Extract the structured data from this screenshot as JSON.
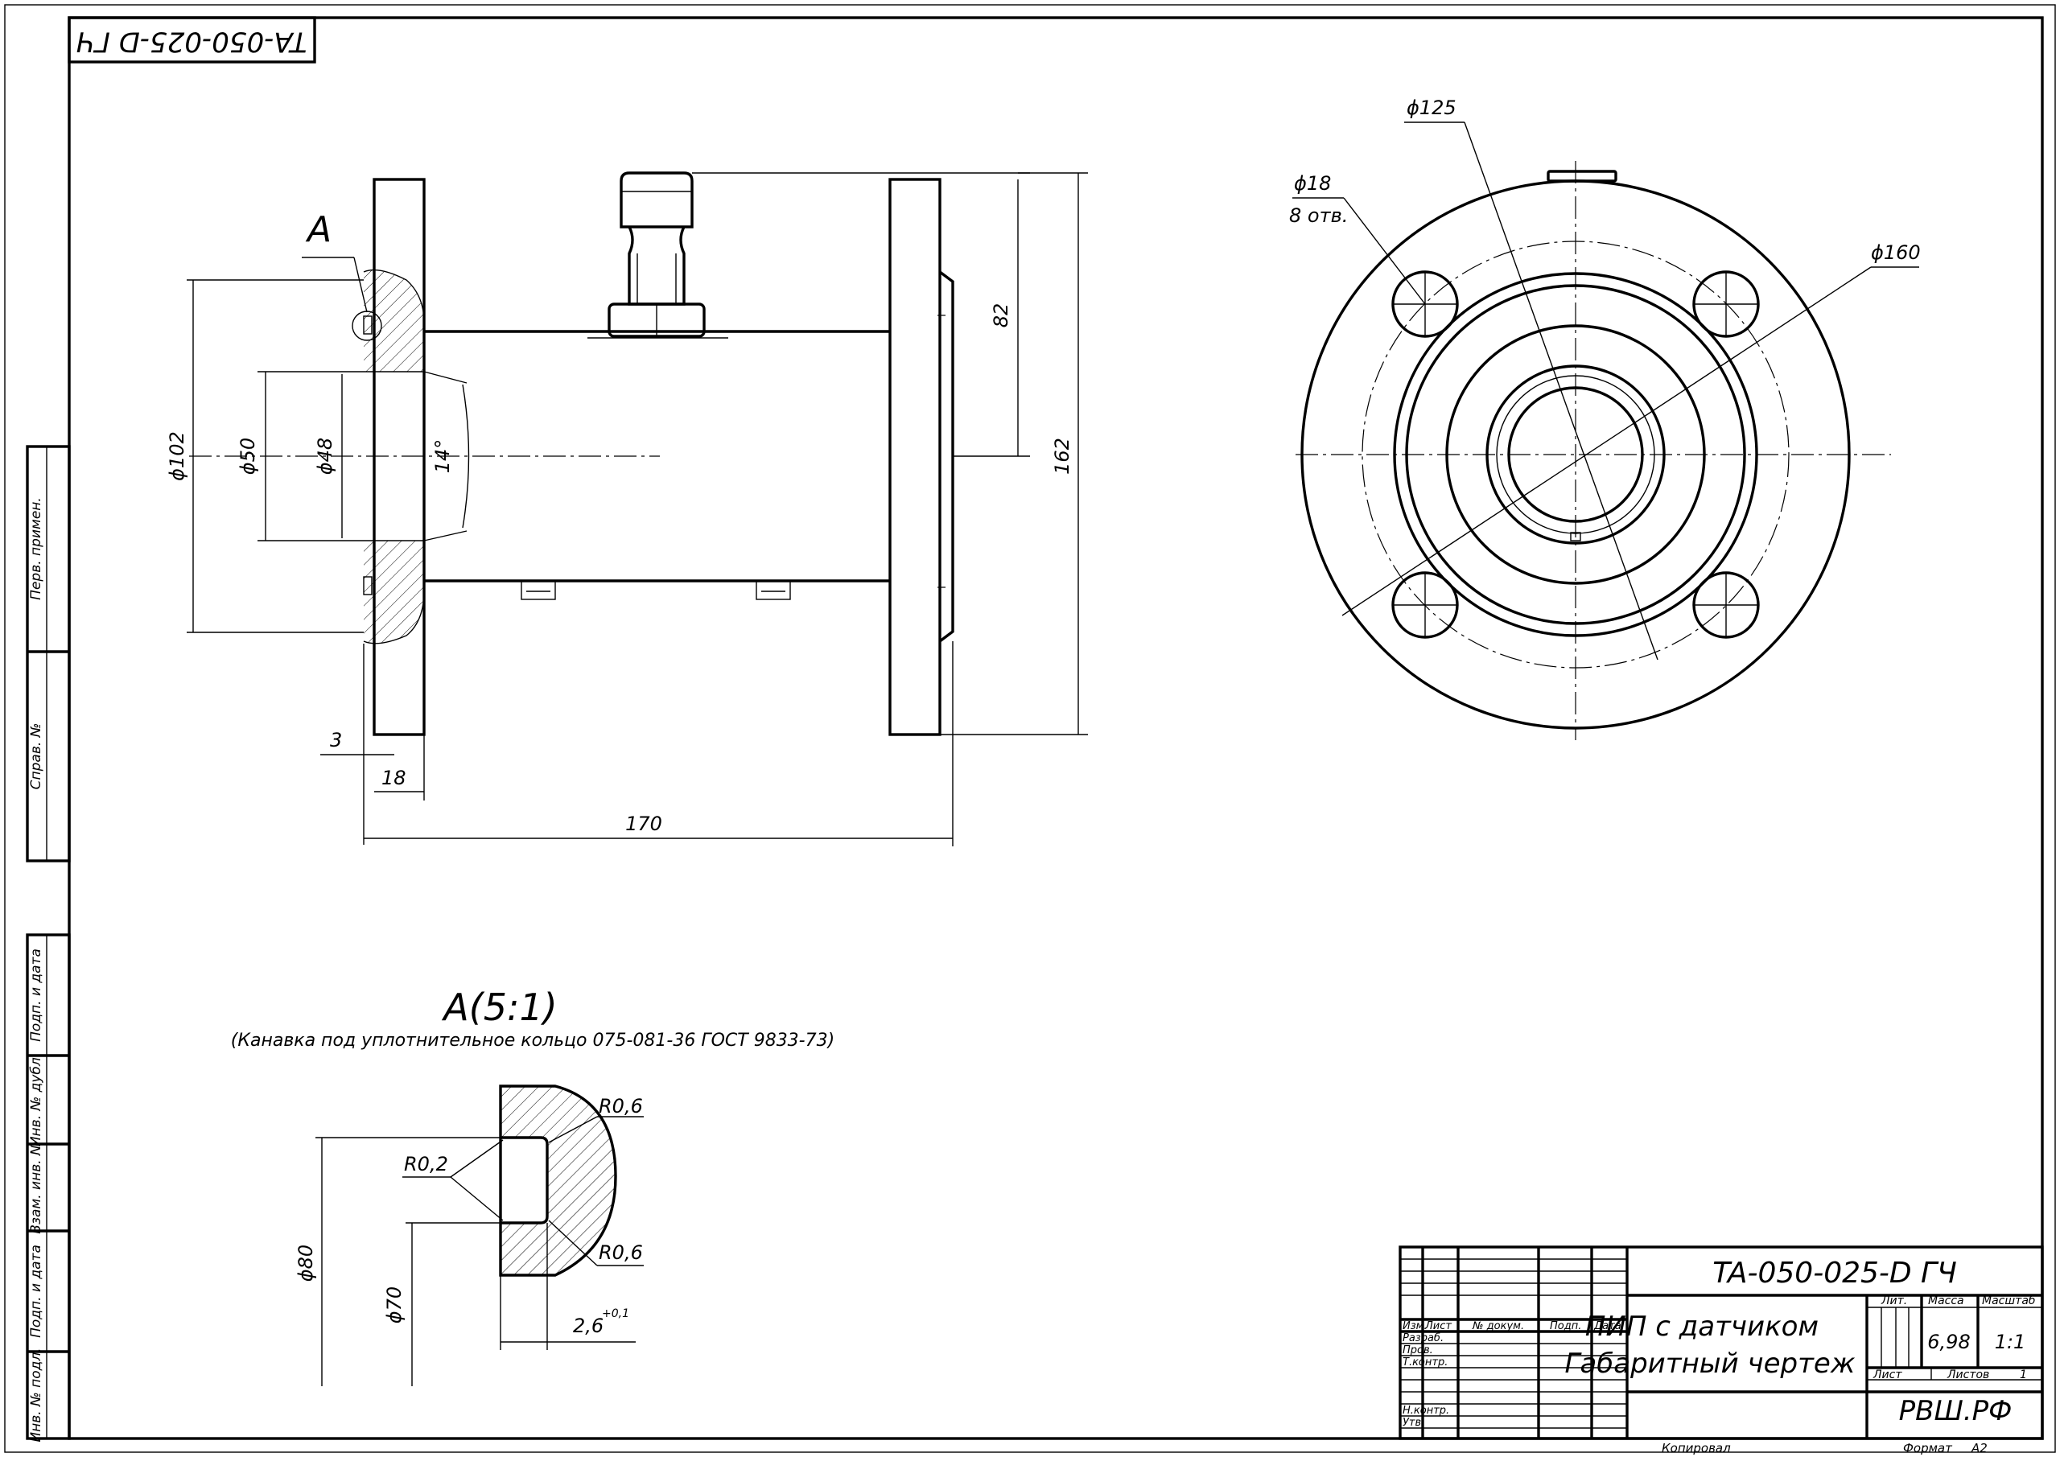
{
  "stamp_mirrored": "TA-050-025-D ГЧ",
  "side_strip": {
    "perv_primen": "Перв. примен.",
    "sprav_no": "Справ. №",
    "podp_data_1": "Подп. и дата",
    "inv_dubl": "Инв. № дубл.",
    "vzam_inv": "Взам. инв. №",
    "podp_data_2": "Подп. и дата",
    "inv_podl": "Инв. № подл."
  },
  "section_marker": "A",
  "dimensions": {
    "d102": "ϕ102",
    "d50": "ϕ50",
    "d48": "ϕ48",
    "angle14": "14°",
    "len82": "82",
    "len162": "162",
    "len3": "3",
    "len18": "18",
    "len170": "170",
    "d125": "ϕ125",
    "d18": "ϕ18",
    "holes8": "8 отв.",
    "d160": "ϕ160"
  },
  "detail": {
    "title": "A(5:1)",
    "subtitle": "(Канавка под уплотнительное кольцо 075-081-36 ГОСТ 9833-73)",
    "r06_top": "R0,6",
    "r02": "R0,2",
    "r06_bottom": "R0,6",
    "d80": "ϕ80",
    "d70": "ϕ70",
    "width": "2,6",
    "tol": "+0,1"
  },
  "title_block": {
    "designation": "TA-050-025-D ГЧ",
    "name_line1": "ПИП с датчиком",
    "name_line2": "Габаритный чертеж",
    "lit_header": "Лит.",
    "mass_header": "Масса",
    "scale_header": "Масштаб",
    "mass": "6,98",
    "scale": "1:1",
    "sheet_label": "Лист",
    "sheets_label": "Листов",
    "sheets_count": "1",
    "org": "РВШ.РФ",
    "col_izm": "Изм.",
    "col_list": "Лист",
    "col_doc": "№ докум.",
    "col_podp": "Подп.",
    "col_date": "Дата",
    "row_razrab": "Разраб.",
    "row_prov": "Пров.",
    "row_tkontr": "Т.контр.",
    "row_nkontr": "Н.контр.",
    "row_utv": "Утв."
  },
  "footer": {
    "copied": "Копировал",
    "format_label": "Формат",
    "format_value": "A2"
  }
}
